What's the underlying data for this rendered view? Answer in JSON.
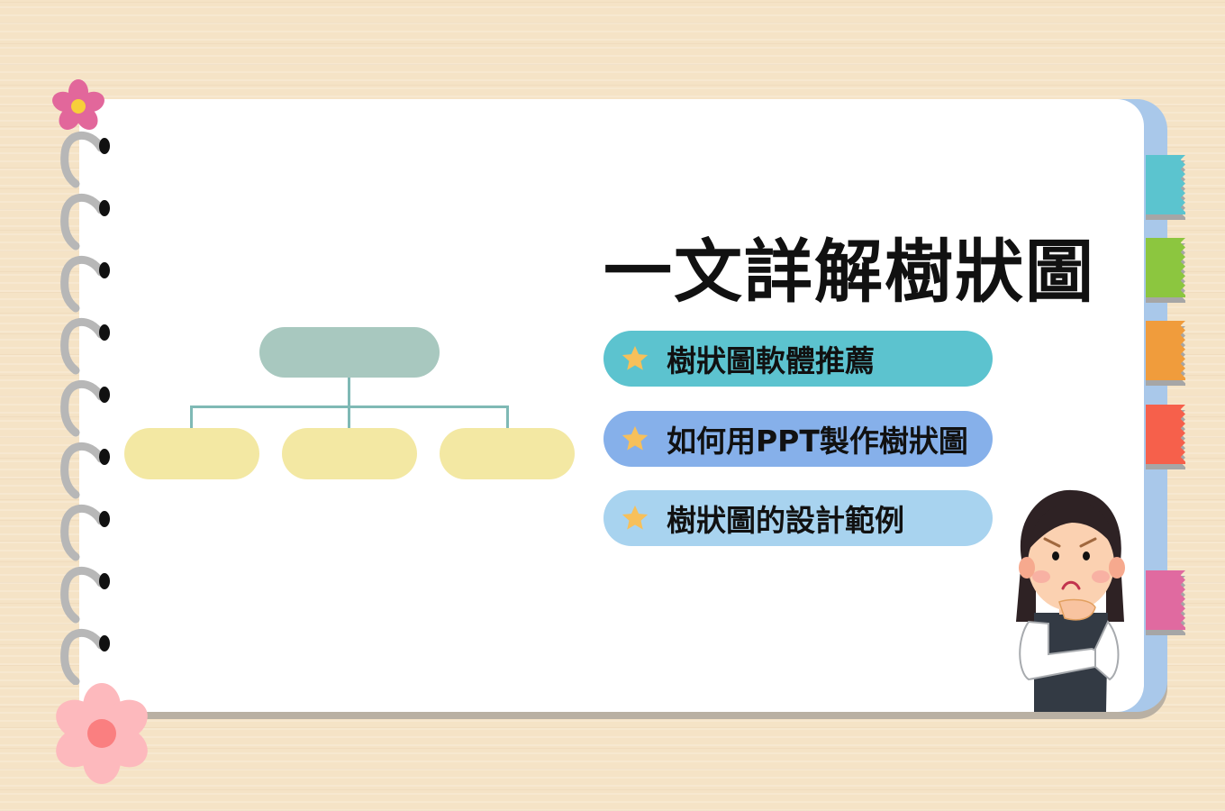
{
  "title": "一文詳解樹狀圖",
  "menu_items": [
    {
      "label": "樹狀圖軟體推薦",
      "color": "#5cc3cf",
      "icon": "star-icon"
    },
    {
      "label": "如何用PPT製作樹狀圖",
      "color": "#86b0ea",
      "icon": "star-icon"
    },
    {
      "label": "樹狀圖的設計範例",
      "color": "#a8d3ef",
      "icon": "star-icon"
    }
  ],
  "colors": {
    "background": "#f5e3c6",
    "page": "#ffffff",
    "page_backing": "#a9c8ea",
    "tree_root": "#a8c8bf",
    "tree_child": "#f3e8a3",
    "tree_line": "#7fb9b5",
    "star": "#f7c05a"
  },
  "tabs": [
    {
      "color": "#5bc4cf"
    },
    {
      "color": "#8cc63f"
    },
    {
      "color": "#f09c3c"
    },
    {
      "color": "#f6604b"
    },
    {
      "color": "#e06aa0"
    }
  ],
  "decorations": {
    "top_flower": {
      "petal": "#e2679b",
      "center": "#f7cf3a"
    },
    "bottom_flower": {
      "petal": "#fdb9bd",
      "center": "#fa7f80"
    },
    "character": "thinking-woman-illustration"
  },
  "tree_diagram": {
    "root_count": 1,
    "child_count": 3
  }
}
